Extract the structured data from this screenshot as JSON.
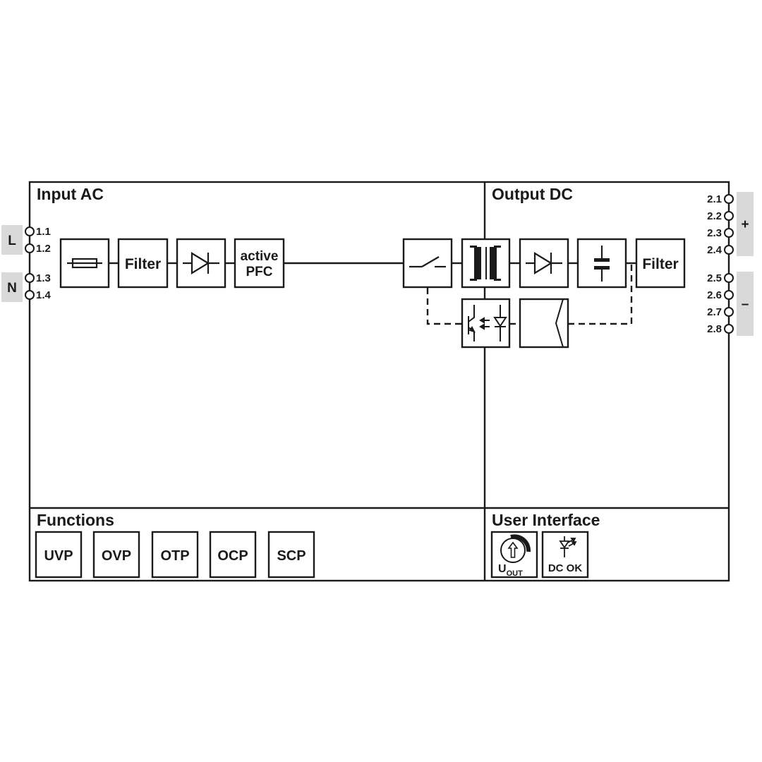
{
  "sections": {
    "input_title": "Input AC",
    "output_title": "Output DC",
    "functions_title": "Functions",
    "user_interface_title": "User Interface"
  },
  "input_terminals": {
    "L_label": "L",
    "N_label": "N",
    "pins": [
      "1.1",
      "1.2",
      "1.3",
      "1.4"
    ]
  },
  "output_terminals": {
    "plus_label": "+",
    "minus_label": "–",
    "pins": [
      "2.1",
      "2.2",
      "2.3",
      "2.4",
      "2.5",
      "2.6",
      "2.7",
      "2.8"
    ]
  },
  "blocks": {
    "input_filter": "Filter",
    "pfc_line1": "active",
    "pfc_line2": "PFC",
    "output_filter": "Filter"
  },
  "functions": [
    "UVP",
    "OVP",
    "OTP",
    "OCP",
    "SCP"
  ],
  "user_interface": {
    "uout_main": "U",
    "uout_sub": "OUT",
    "dcok_label": "DC OK"
  },
  "icons": {
    "fuse": "fuse-icon",
    "rectifier": "diode-icon",
    "switch": "switch-icon",
    "transformer": "transformer-icon",
    "capacitor": "capacitor-icon",
    "optocoupler": "optocoupler-icon",
    "regulator": "regulator-icon",
    "potentiometer": "potentiometer-icon",
    "led": "led-icon"
  },
  "colors": {
    "line": "#1a1a1a",
    "terminal_tab": "#d9d9d9"
  }
}
